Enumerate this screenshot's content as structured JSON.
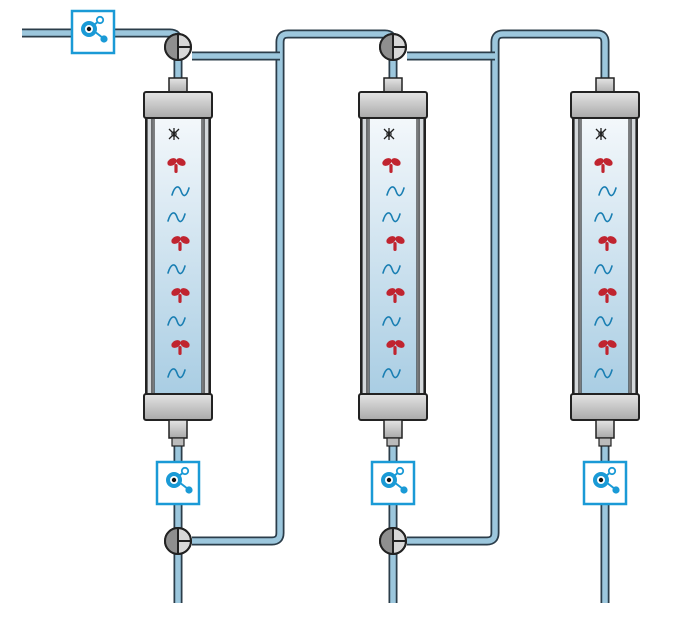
{
  "diagram": {
    "type": "multi-column-chromatography-schematic",
    "column_count": 3,
    "valve_count": 4,
    "detector_count": 4,
    "colors": {
      "tubing_fill": "#9cc7dd",
      "tubing_outline": "#2b3d4a",
      "column_glass": "#e9f0f5",
      "column_bed": "#b9d6e8",
      "endcap": "#c8c8c8",
      "valve_fill": "#8f8f8f",
      "detector_border": "#1a9ad6",
      "antibody": "#c0242f",
      "impurity_wave": "#1a7fb3"
    },
    "icons": {
      "column_marker": "asterisk-cross-icon",
      "antibody": "antibody-icon",
      "impurity": "wavy-line-icon",
      "detector": "uv-detector-icon",
      "valve": "three-way-valve-icon"
    },
    "columns": [
      {
        "id": "column-1",
        "particles": [
          "antibody",
          "wave",
          "wave",
          "antibody",
          "wave",
          "antibody",
          "wave",
          "antibody",
          "wave"
        ]
      },
      {
        "id": "column-2",
        "particles": [
          "antibody",
          "wave",
          "wave",
          "antibody",
          "wave",
          "antibody",
          "wave",
          "antibody",
          "wave"
        ]
      },
      {
        "id": "column-3",
        "particles": [
          "antibody",
          "wave",
          "wave",
          "antibody",
          "wave",
          "antibody",
          "wave",
          "antibody",
          "wave"
        ]
      }
    ]
  }
}
